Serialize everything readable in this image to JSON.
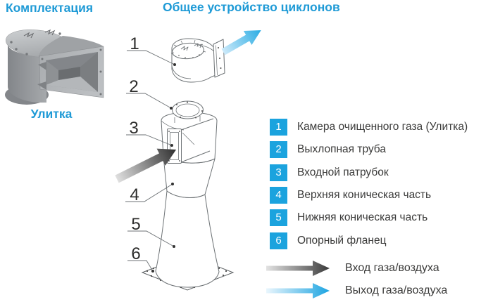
{
  "header": {
    "left_title": "Комплектация",
    "main_title": "Общее устройство циклонов"
  },
  "left_panel": {
    "caption": "Улитка",
    "image": "volute-3d-render"
  },
  "diagram": {
    "callouts": [
      "1",
      "2",
      "3",
      "4",
      "5",
      "6"
    ]
  },
  "legend": {
    "items": [
      {
        "num": "1",
        "label": "Камера очищенного газа (Улитка)"
      },
      {
        "num": "2",
        "label": "Выхлопная труба"
      },
      {
        "num": "3",
        "label": "Входной патрубок"
      },
      {
        "num": "4",
        "label": "Верхняя коническая часть"
      },
      {
        "num": "5",
        "label": "Нижняя коническая часть"
      },
      {
        "num": "6",
        "label": "Опорный фланец"
      }
    ],
    "flows": [
      {
        "type": "inlet",
        "label": "Вход газа/воздуха"
      },
      {
        "type": "outlet",
        "label": "Выход газа/воздуха"
      }
    ]
  },
  "colors": {
    "accent_blue": "#1e9ad6",
    "legend_square_blue": "#1ba3de",
    "outlet_arrow_blue": "#29abe2",
    "inlet_arrow_gray": "#3d3d3d",
    "text_dark": "#3a3a39",
    "line_gray": "#6d7275"
  }
}
